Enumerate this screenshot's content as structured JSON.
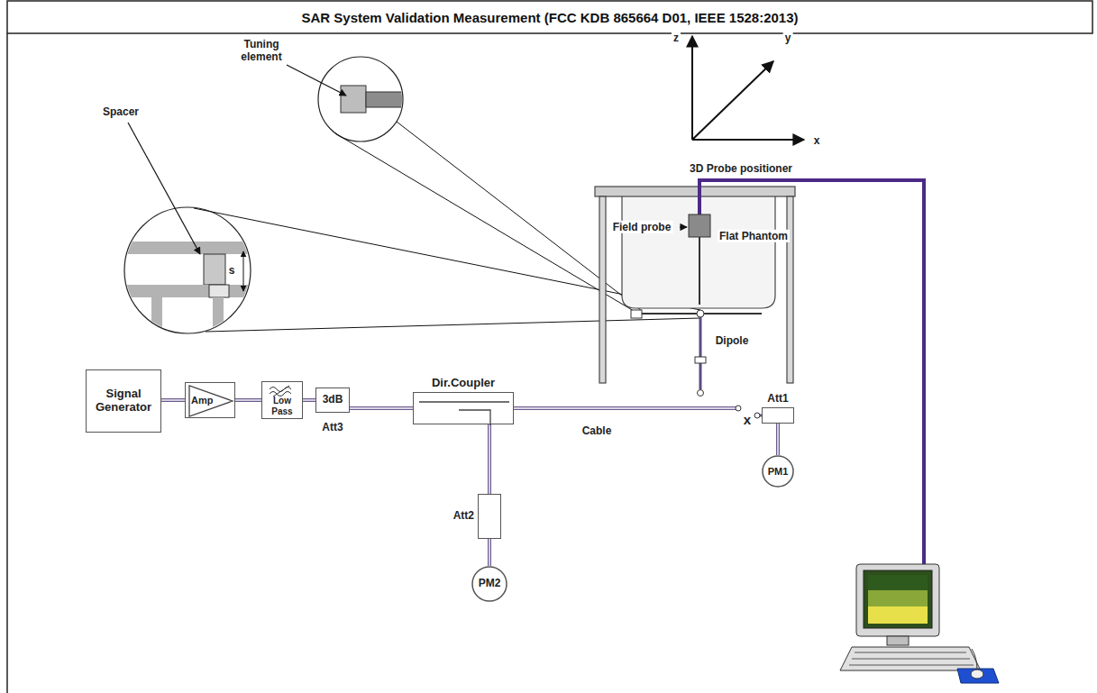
{
  "diagram": {
    "title": "SAR System Validation Measurement (FCC KDB 865664 D01, IEEE 1528:2013)",
    "nodes": [
      {
        "text": [
          "Signal Generator"
        ]
      },
      {
        "text": [
          "Amp"
        ]
      },
      {
        "text": [
          "Low Pass"
        ]
      },
      {
        "text": [
          "3dB"
        ]
      },
      {
        "text": [
          "Dir.Coupler"
        ]
      },
      {
        "text": [
          "Att2"
        ]
      },
      {
        "text": [
          "PM2"
        ]
      },
      {
        "text": [
          "Att1"
        ]
      },
      {
        "text": [
          "PM1"
        ]
      }
    ],
    "edges": [
      {
        "from": 0,
        "to": 1,
        "arrow": "none"
      },
      {
        "from": 1,
        "to": 2,
        "arrow": "none"
      },
      {
        "from": 2,
        "to": 3,
        "arrow": "none"
      },
      {
        "from": 3,
        "to": 4,
        "arrow": "none"
      },
      {
        "from": 4,
        "to": 5,
        "arrow": "none"
      },
      {
        "from": 5,
        "to": 6,
        "arrow": "none"
      },
      {
        "from": 7,
        "to": 8,
        "arrow": "none"
      }
    ],
    "labels": [
      "z",
      "y",
      "x",
      "Tuning element",
      "Spacer",
      "s",
      "3D Probe positioner",
      "Field probe",
      "Flat Phantom",
      "Dipole",
      "Att3",
      "Cable",
      "x"
    ]
  }
}
